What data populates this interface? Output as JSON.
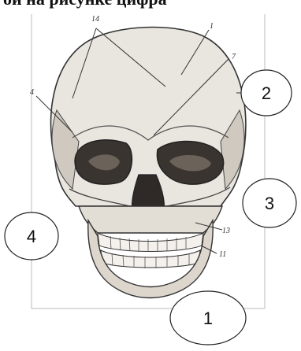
{
  "header": {
    "title_fragment": "ой на рисунке цифра"
  },
  "figure": {
    "small_labels": [
      "14",
      "1",
      "7",
      "4",
      "13",
      "11"
    ],
    "callouts": [
      "2",
      "3",
      "4",
      "1"
    ]
  }
}
